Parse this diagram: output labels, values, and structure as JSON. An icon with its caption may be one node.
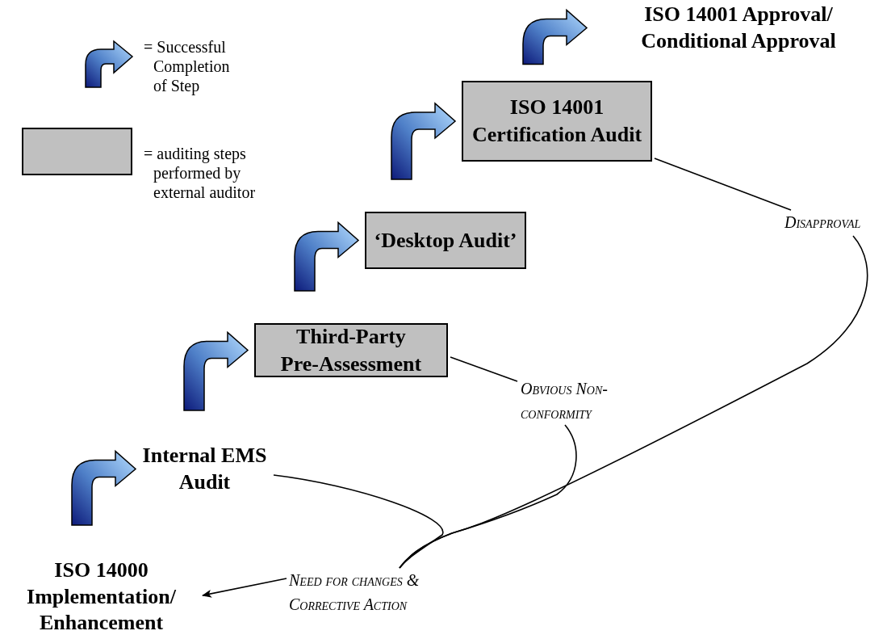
{
  "diagram": {
    "nodes": [
      {
        "text": [
          "ISO 14000 Implementation/ Enhancement"
        ]
      },
      {
        "text": [
          "Internal EMS Audit"
        ]
      },
      {
        "text": [
          "Third-Party Pre-Assessment"
        ]
      },
      {
        "text": [
          "‘Desktop Audit’"
        ]
      },
      {
        "text": [
          "ISO 14001 Certification Audit"
        ]
      },
      {
        "text": [
          "ISO 14001 Approval/ Conditional Approval"
        ]
      },
      {
        "text": [
          "Obvious Non-conformity"
        ]
      },
      {
        "text": [
          "Disapproval"
        ]
      },
      {
        "text": [
          "Need for changes & Corrective Action"
        ]
      }
    ],
    "edges": [
      {
        "from": 0,
        "to": 1,
        "arrow": "to"
      },
      {
        "from": 1,
        "to": 2,
        "arrow": "to"
      },
      {
        "from": 2,
        "to": 3,
        "arrow": "to"
      },
      {
        "from": 3,
        "to": 4,
        "arrow": "to"
      },
      {
        "from": 4,
        "to": 5,
        "arrow": "to"
      },
      {
        "from": 2,
        "to": 6,
        "arrow": "none"
      },
      {
        "from": 4,
        "to": 7,
        "arrow": "none"
      },
      {
        "from": 7,
        "to": 8,
        "arrow": "none"
      },
      {
        "from": 6,
        "to": 8,
        "arrow": "none"
      },
      {
        "from": 1,
        "to": 8,
        "arrow": "none"
      },
      {
        "from": 8,
        "to": 0,
        "arrow": "to"
      }
    ],
    "legend": [
      {
        "text": "= Successful Completion of Step"
      },
      {
        "text": "= auditing steps performed by external auditor",
        "color": "#c0c0c0"
      }
    ]
  }
}
